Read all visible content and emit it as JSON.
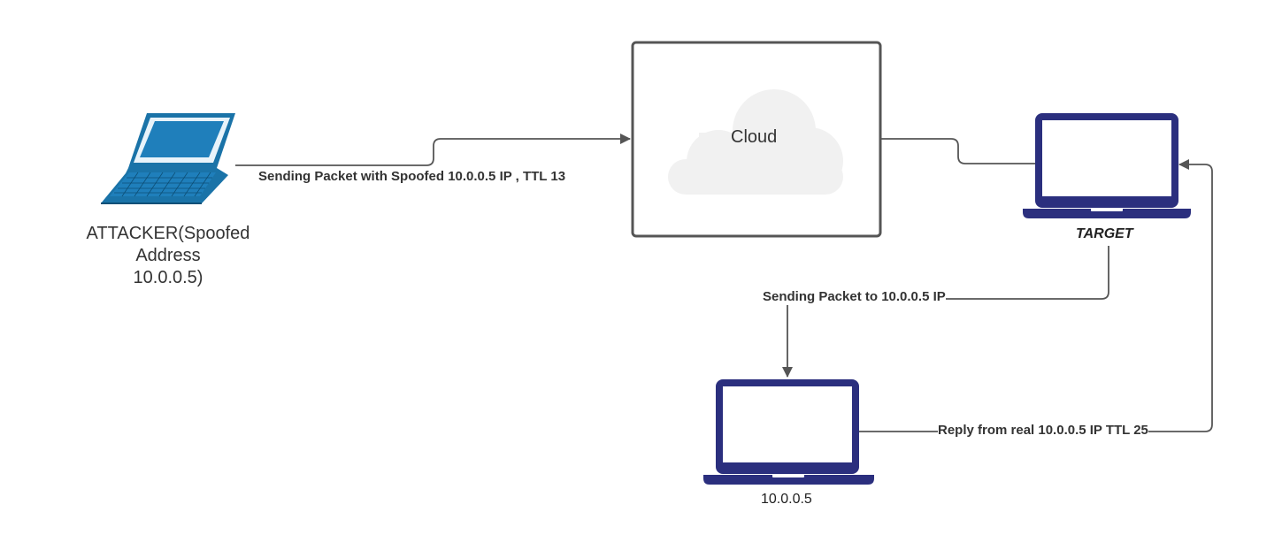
{
  "nodes": {
    "attacker": {
      "label_lines": [
        "ATTACKER(Spoofed",
        "Address",
        "10.0.0.5)"
      ]
    },
    "cloud": {
      "label": "Cloud"
    },
    "target": {
      "label": "TARGET"
    },
    "real_host": {
      "label": "10.0.0.5"
    }
  },
  "edges": {
    "attacker_to_cloud": {
      "label": "Sending Packet with Spoofed 10.0.0.5 IP , TTL 13"
    },
    "target_to_real": {
      "label": "Sending Packet to 10.0.0.5 IP"
    },
    "real_to_target": {
      "label": "Reply from real 10.0.0.5 IP TTL 25"
    }
  },
  "colors": {
    "attacker_laptop": "#1a73a8",
    "laptop_navy": "#2b2f7e",
    "connector": "#555555",
    "cloud_fill": "#f1f1f1",
    "box_border": "#555555"
  }
}
